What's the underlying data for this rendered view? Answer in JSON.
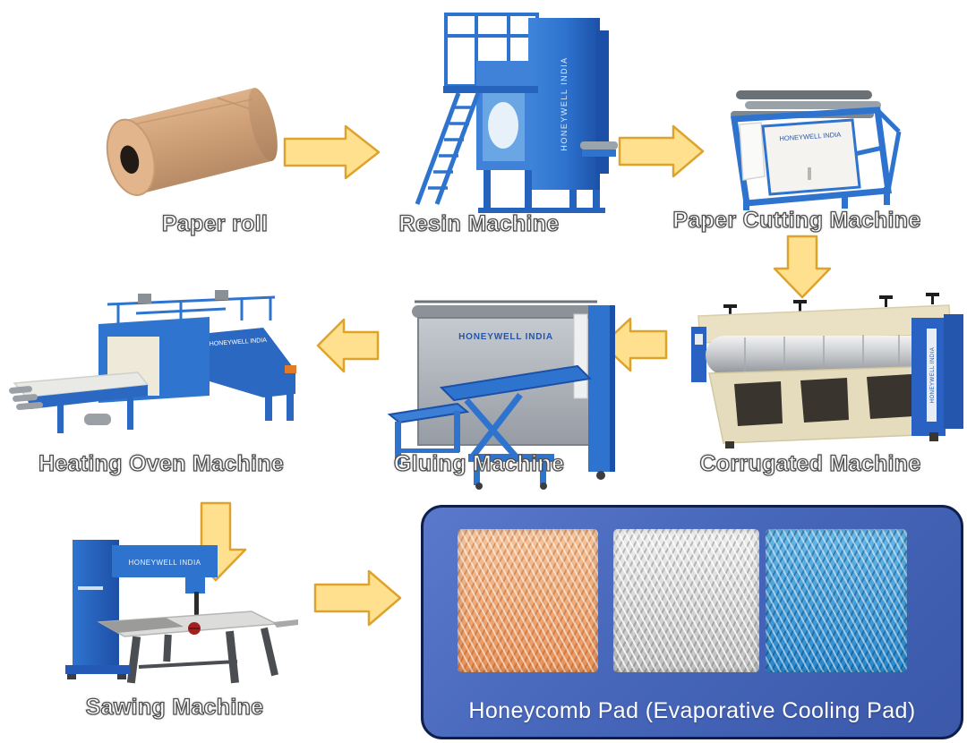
{
  "flowchart": {
    "brand": "HONEYWELL INDIA",
    "steps": [
      {
        "id": "paper-roll",
        "label": "Paper roll"
      },
      {
        "id": "resin-machine",
        "label": "Resin Machine",
        "brand": "HONEYWELL INDIA"
      },
      {
        "id": "paper-cutting-machine",
        "label": "Paper Cutting Machine",
        "brand": "HONEYWELL INDIA"
      },
      {
        "id": "corrugated-machine",
        "label": "Corrugated Machine",
        "brand": "HONEYWELL INDIA"
      },
      {
        "id": "gluing-machine",
        "label": "Gluing Machine",
        "brand": "HONEYWELL INDIA"
      },
      {
        "id": "heating-oven-machine",
        "label": "Heating Oven Machine",
        "brand": "HONEYWELL INDIA"
      },
      {
        "id": "sawing-machine",
        "label": "Sawing Machine",
        "brand": "HONEYWELL INDIA"
      }
    ],
    "final": {
      "label": "Honeycomb Pad (Evaporative Cooling Pad)",
      "pad_colors": [
        "#E89055",
        "#CFCFCF",
        "#2787CC"
      ],
      "box_color": "#4767BB"
    },
    "arrow_style": {
      "fill": "#FFE08E",
      "stroke": "#DDA32B"
    },
    "machine_color": "#2E74CF",
    "background": "#FFFFFF"
  }
}
